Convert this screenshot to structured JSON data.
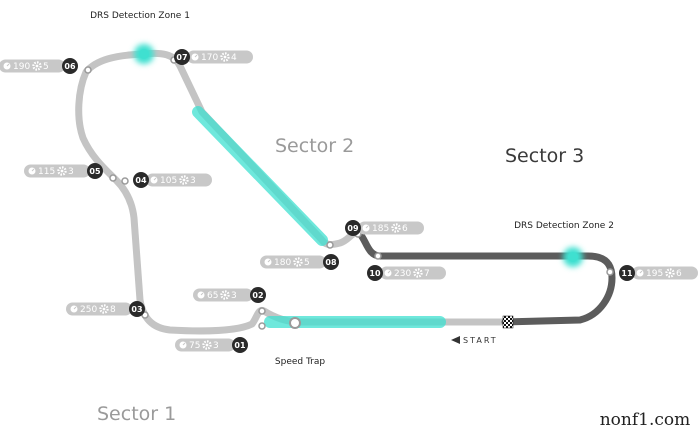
{
  "colors": {
    "track_light": "#c4c4c4",
    "track_dark": "#5c5c5c",
    "drs_glow": "#3fe0d0",
    "badge": "#2a2a2a",
    "chip": "#c8c8c8",
    "sector_light": "#9a9a9a",
    "sector_dark": "#3a3a3a"
  },
  "labels": {
    "sector1": "Sector 1",
    "sector2": "Sector 2",
    "sector3": "Sector 3",
    "drs_zone1": "DRS Detection Zone 1",
    "drs_zone2": "DRS Detection Zone 2",
    "speed_trap": "Speed Trap",
    "start": "START",
    "watermark": "nonf1.com"
  },
  "corners": [
    {
      "id": "01",
      "speed": "75",
      "gear": "3"
    },
    {
      "id": "02",
      "speed": "65",
      "gear": "3"
    },
    {
      "id": "03",
      "speed": "250",
      "gear": "8"
    },
    {
      "id": "04",
      "speed": "105",
      "gear": "3"
    },
    {
      "id": "05",
      "speed": "115",
      "gear": "3"
    },
    {
      "id": "06",
      "speed": "190",
      "gear": "5"
    },
    {
      "id": "07",
      "speed": "170",
      "gear": "4"
    },
    {
      "id": "08",
      "speed": "180",
      "gear": "5"
    },
    {
      "id": "09",
      "speed": "185",
      "gear": "6"
    },
    {
      "id": "10",
      "speed": "230",
      "gear": "7"
    },
    {
      "id": "11",
      "speed": "195",
      "gear": "6"
    }
  ]
}
